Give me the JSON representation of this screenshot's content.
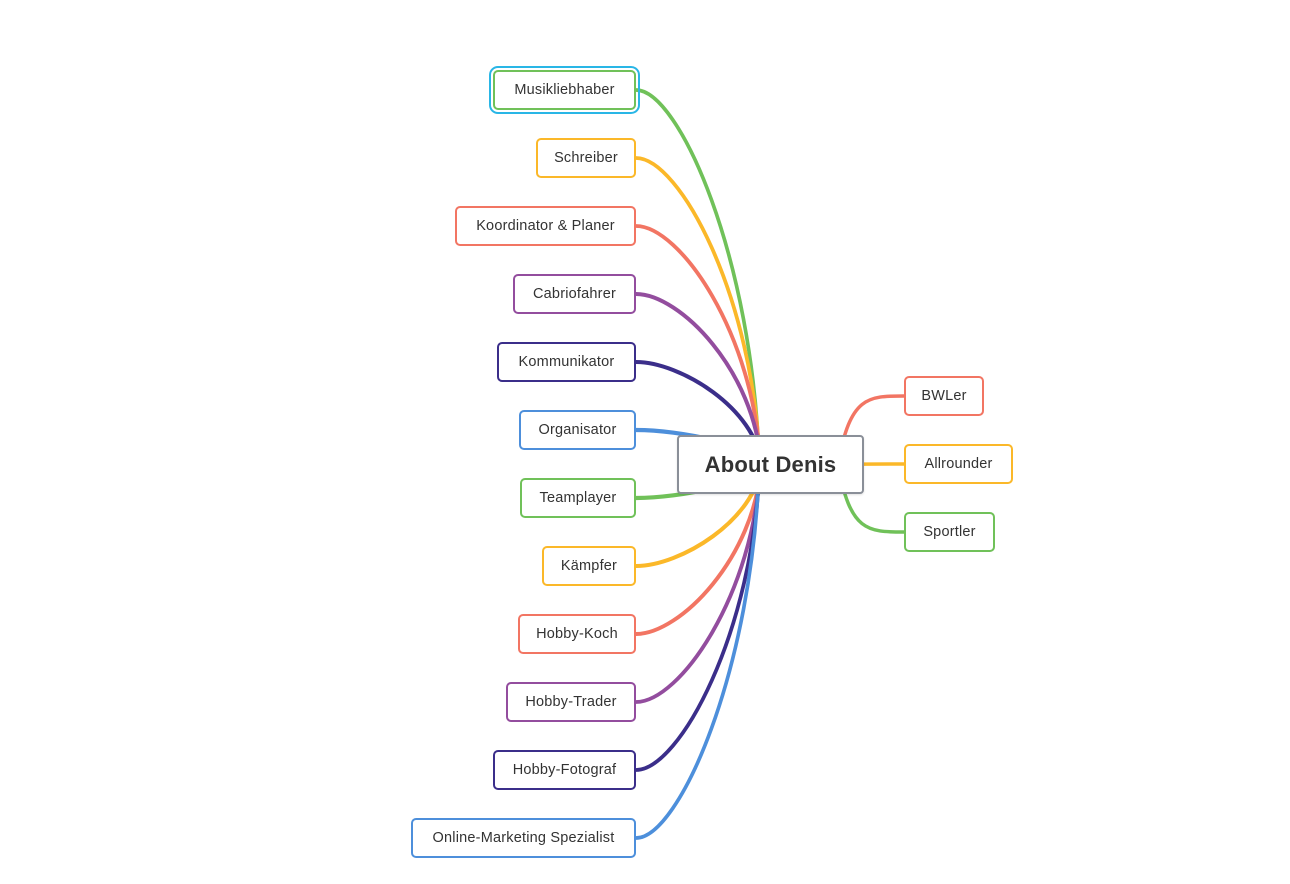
{
  "root": {
    "label": "About Denis"
  },
  "palette": {
    "green": "#70c159",
    "yellow": "#fbb829",
    "red": "#f27563",
    "purple": "#934d9e",
    "navy": "#3b2e8a",
    "blue": "#4d8fdb",
    "root_border": "#8a8f98",
    "selection": "#29b6e6"
  },
  "left_branches": [
    {
      "label": "Musikliebhaber",
      "color": "#70c159",
      "selected": true
    },
    {
      "label": "Schreiber",
      "color": "#fbb829"
    },
    {
      "label": "Koordinator & Planer",
      "color": "#f27563"
    },
    {
      "label": "Cabriofahrer",
      "color": "#934d9e"
    },
    {
      "label": "Kommunikator",
      "color": "#3b2e8a"
    },
    {
      "label": "Organisator",
      "color": "#4d8fdb"
    },
    {
      "label": "Teamplayer",
      "color": "#70c159"
    },
    {
      "label": "Kämpfer",
      "color": "#fbb829"
    },
    {
      "label": "Hobby-Koch",
      "color": "#f27563"
    },
    {
      "label": "Hobby-Trader",
      "color": "#934d9e"
    },
    {
      "label": "Hobby-Fotograf",
      "color": "#3b2e8a"
    },
    {
      "label": "Online-Marketing Spezialist",
      "color": "#4d8fdb"
    }
  ],
  "right_branches": [
    {
      "label": "BWLer",
      "color": "#f27563"
    },
    {
      "label": "Allrounder",
      "color": "#fbb829"
    },
    {
      "label": "Sportler",
      "color": "#70c159"
    }
  ]
}
